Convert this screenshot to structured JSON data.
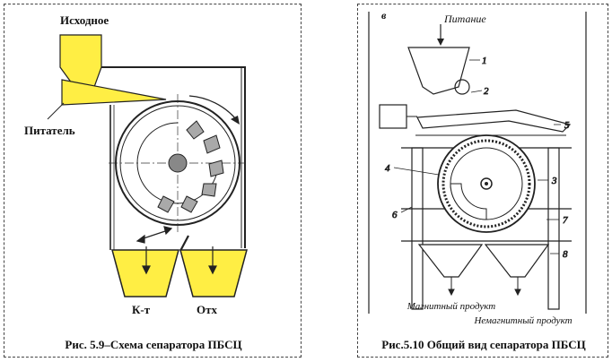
{
  "left_figure": {
    "label_input": "Исходное",
    "label_feeder": "Питатель",
    "label_concentrate": "К-т",
    "label_tailings": "Отх",
    "caption": "Рис. 5.9–Схема сепаратора ПБСЦ",
    "colors": {
      "hopper": "#FFEE44",
      "lamella": "#A9A9A9"
    }
  },
  "right_figure": {
    "corner_letter": "в",
    "label_feed": "Питание",
    "label_magnetic": "Магнитный продукт",
    "label_nonmagnetic": "Немагнитный продукт",
    "callouts": [
      "1",
      "2",
      "3",
      "4",
      "5",
      "6",
      "7",
      "8"
    ],
    "caption": "Рис.5.10 Общий вид сепаратора ПБСЦ"
  }
}
